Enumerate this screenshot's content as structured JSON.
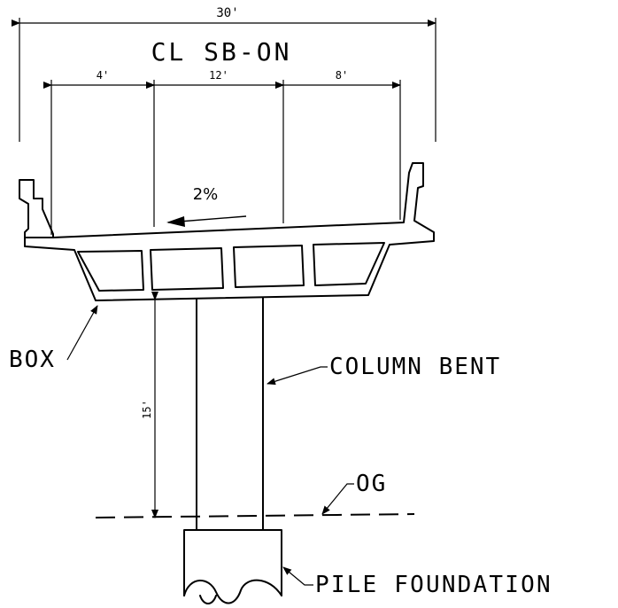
{
  "dimensions": {
    "overall_width": "30'",
    "left_offset": "4'",
    "lane_width": "12'",
    "right_offset": "8'",
    "column_height": "15'"
  },
  "labels": {
    "centerline": "CL SB-ON",
    "cross_slope": "2%",
    "box": "BOX",
    "column_bent": "COLUMN BENT",
    "original_ground": "OG",
    "pile_foundation": "PILE FOUNDATION"
  }
}
